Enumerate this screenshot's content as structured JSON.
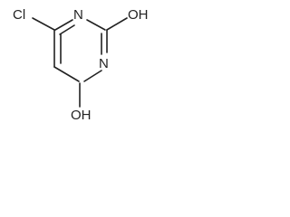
{
  "molecule": {
    "atoms": {
      "cl": "Cl",
      "n_top": "N",
      "n_right": "N",
      "oh_top_right": "OH",
      "oh_bottom": "OH"
    },
    "colors": {
      "ink": "#222222",
      "background": "#ffffff"
    }
  }
}
